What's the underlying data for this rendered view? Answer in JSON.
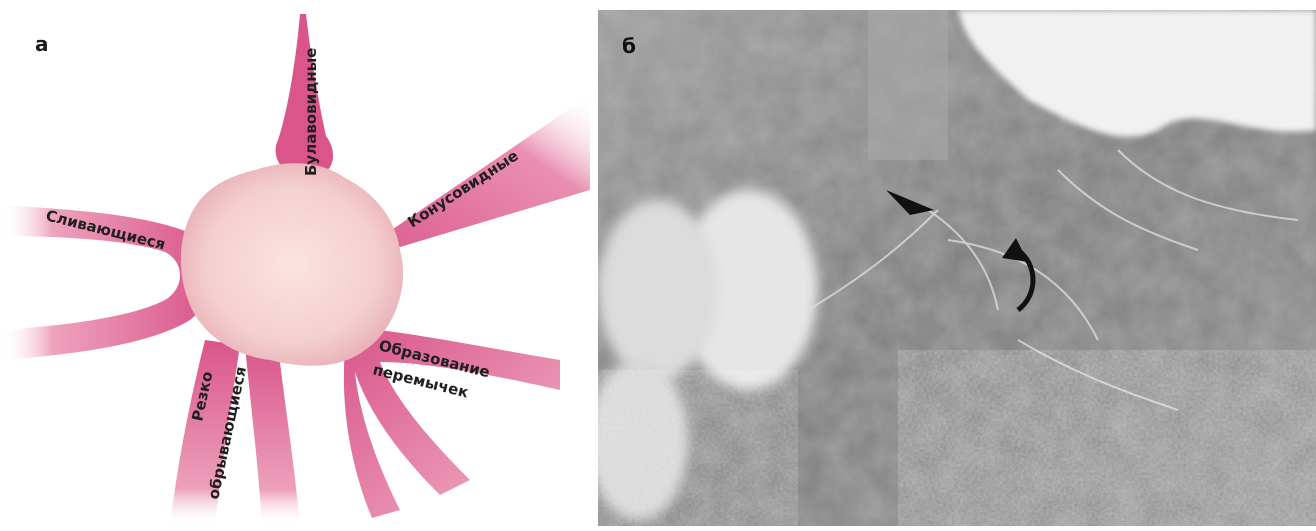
{
  "panel_a": {
    "letter": "а",
    "labels": {
      "club": "Булавовидные",
      "cone": "Конусовидные",
      "merge": "Сливающиеся",
      "abrupt_1": "Резко",
      "abrupt_2": "обрывающиеся",
      "bridge_1": "Образование",
      "bridge_2": "перемычек"
    }
  },
  "panel_b": {
    "letter": "б"
  },
  "colors": {
    "fold_pink": "#d9558a",
    "center_pink": "#f4cfd0",
    "xray_base": "#8a8a8a"
  }
}
